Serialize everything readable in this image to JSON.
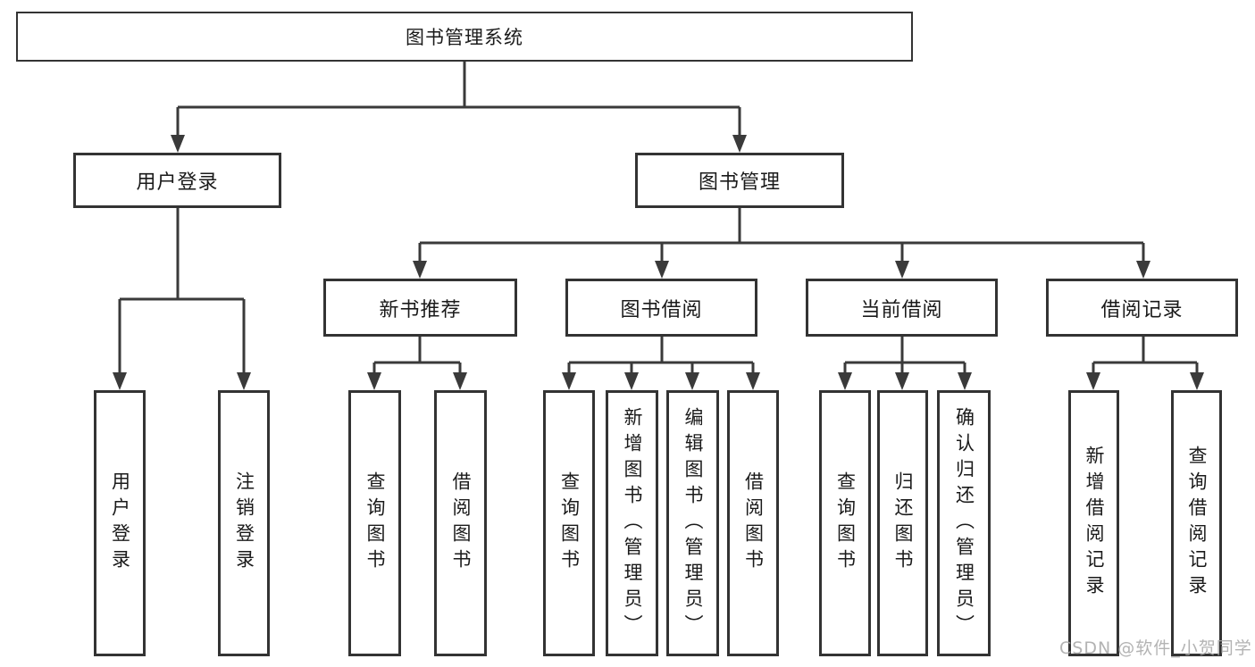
{
  "diagram": {
    "root": {
      "label": "图书管理系统"
    },
    "level2": [
      {
        "label": "用户登录"
      },
      {
        "label": "图书管理"
      }
    ],
    "level3": [
      {
        "label": "新书推荐"
      },
      {
        "label": "图书借阅"
      },
      {
        "label": "当前借阅"
      },
      {
        "label": "借阅记录"
      }
    ],
    "leaves": [
      {
        "label": "用户登录",
        "parent": "用户登录"
      },
      {
        "label": "注销登录",
        "parent": "用户登录"
      },
      {
        "label": "查询图书",
        "parent": "新书推荐"
      },
      {
        "label": "借阅图书",
        "parent": "新书推荐"
      },
      {
        "label": "查询图书",
        "parent": "图书借阅"
      },
      {
        "label": "新增图书（管理员）",
        "parent": "图书借阅"
      },
      {
        "label": "编辑图书（管理员）",
        "parent": "图书借阅"
      },
      {
        "label": "借阅图书",
        "parent": "图书借阅"
      },
      {
        "label": "查询图书",
        "parent": "当前借阅"
      },
      {
        "label": "归还图书",
        "parent": "当前借阅"
      },
      {
        "label": "确认归还（管理员）",
        "parent": "当前借阅"
      },
      {
        "label": "新增借阅记录",
        "parent": "借阅记录"
      },
      {
        "label": "查询借阅记录",
        "parent": "借阅记录"
      }
    ]
  },
  "watermark": {
    "text": "CSDN @软件_小贺同学"
  },
  "colors": {
    "line": "#3a3a3a",
    "border": "#333333",
    "text": "#1a1a1a",
    "background": "#ffffff",
    "watermark": "#a6a6a6"
  }
}
